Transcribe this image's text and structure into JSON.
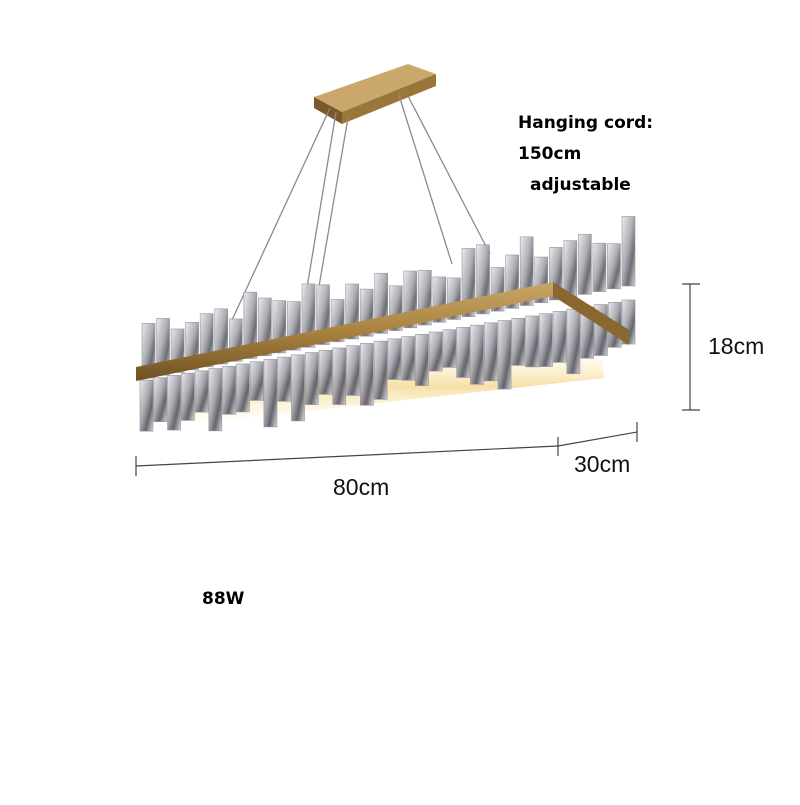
{
  "annotations": {
    "hanging_cord_title": "Hanging cord:",
    "hanging_cord_length": "150cm",
    "hanging_cord_note": "adjustable",
    "height": "18cm",
    "length": "80cm",
    "width": "30cm",
    "power": "88W"
  },
  "colors": {
    "brass": "#b08a4a",
    "brass_dark": "#7a5a2a",
    "crystal": "#cfcfd4",
    "crystal_dark": "#6d6d75",
    "glow": "#f4d79a",
    "dimension_line": "#444444"
  }
}
